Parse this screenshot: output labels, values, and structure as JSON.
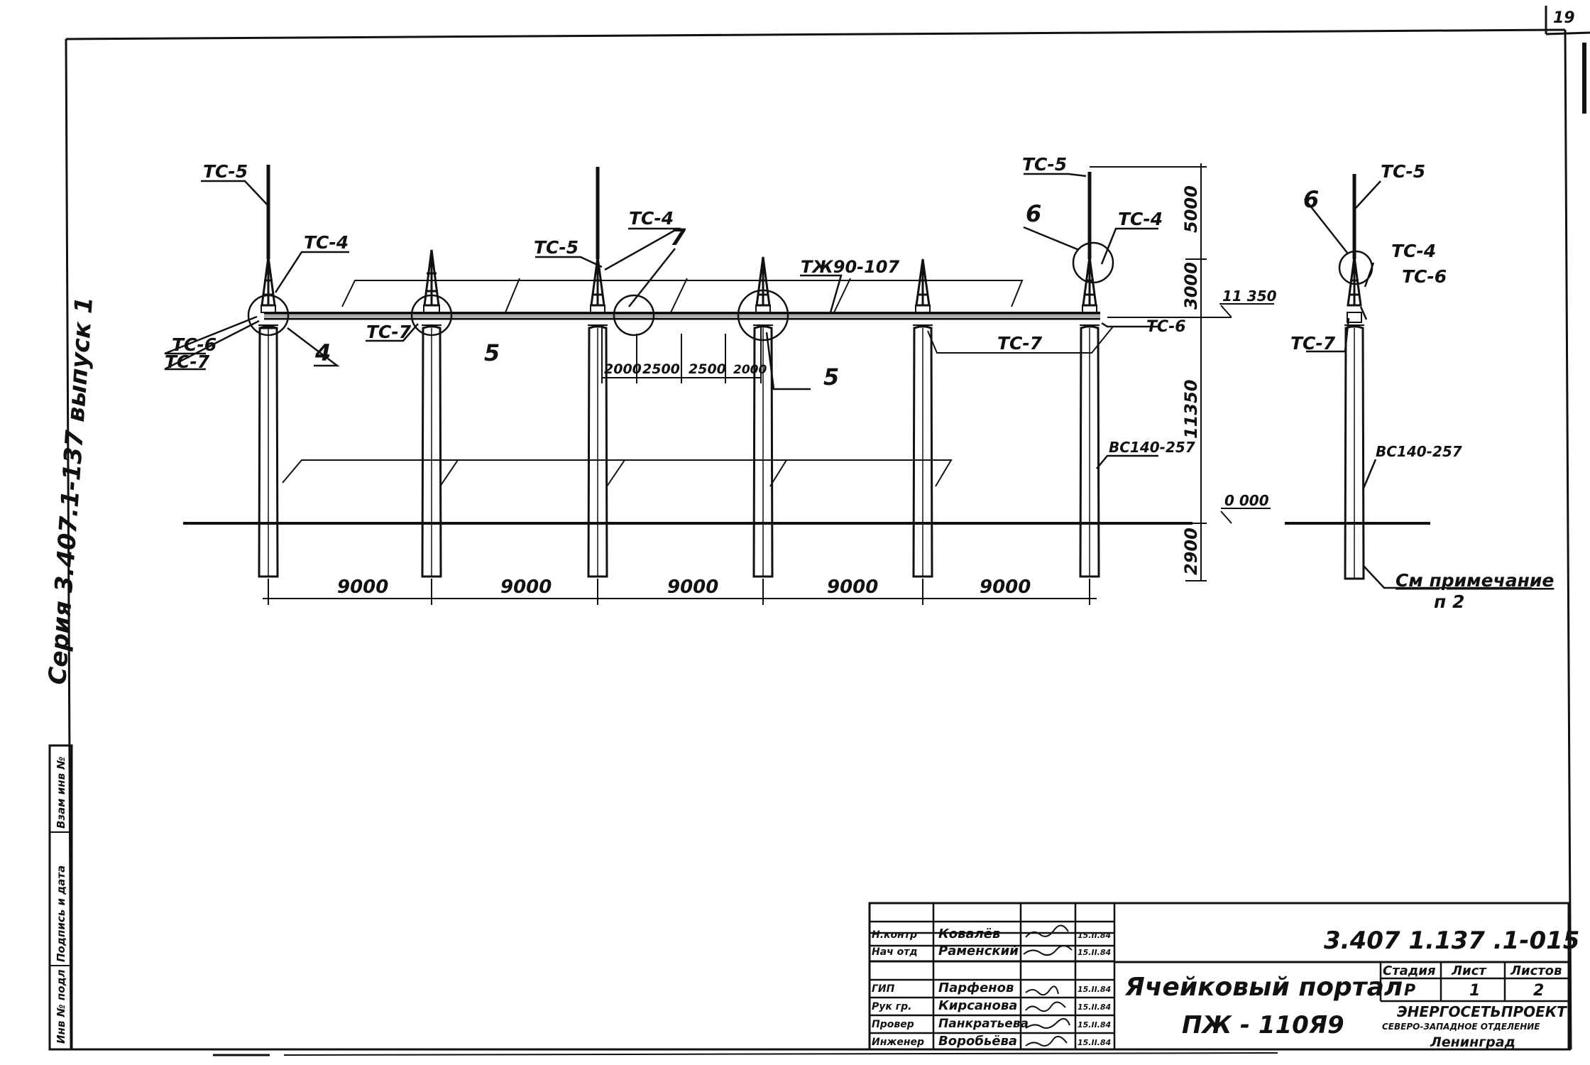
{
  "page_number": "19",
  "side_stamp": "Серия 3.407.1-137 выпуск 1",
  "side_box": [
    "Инв № подл",
    "Подпись и дата",
    "Взам инв №"
  ],
  "labels": {
    "ts5": "ТС-5",
    "ts4": "ТС-4",
    "ts6": "ТС-6",
    "ts7": "ТС-7",
    "beam": "ТЖ90-107",
    "column": "ВС140-257",
    "callout_4": "4",
    "callout_5": "5",
    "callout_6": "6",
    "callout_7": "7",
    "note_title": "См примечание",
    "note_item": "п 2"
  },
  "dimensions": {
    "spans": [
      "9000",
      "9000",
      "9000",
      "9000",
      "9000"
    ],
    "beam_spacing": [
      "2000",
      "2500",
      "2500",
      "2000"
    ],
    "vertical": [
      "5000",
      "3000",
      "11350",
      "2900"
    ],
    "level_top": "11 350",
    "level_zero": "0 000"
  },
  "title_block": {
    "code": "3.407 1.137 .1-015",
    "title_line1": "Ячейковый портал",
    "title_line2": "ПЖ - 110Я9",
    "stage_header": "Стадия",
    "sheet_header": "Лист",
    "sheets_header": "Листов",
    "stage": "Р",
    "sheet": "1",
    "sheets": "2",
    "org_line1": "ЭНЕРГОСЕТЬПРОЕКТ",
    "org_line2": "СЕВЕРО-ЗАПАДНОЕ ОТДЕЛЕНИЕ",
    "org_city": "Ленинград",
    "people": [
      {
        "role": "Н.контр",
        "name": "Ковалёв",
        "date": "15.II.84"
      },
      {
        "role": "Нач отд",
        "name": "Раменский",
        "date": "15.II.84"
      },
      {
        "role": "ГИП",
        "name": "Парфенов",
        "date": "15.II.84"
      },
      {
        "role": "Рук гр.",
        "name": "Кирсанова",
        "date": "15.II.84"
      },
      {
        "role": "Провер",
        "name": "Панкратьева",
        "date": "15.II.84"
      },
      {
        "role": "Инженер",
        "name": "Воробьёва",
        "date": "15.II.84"
      }
    ]
  }
}
